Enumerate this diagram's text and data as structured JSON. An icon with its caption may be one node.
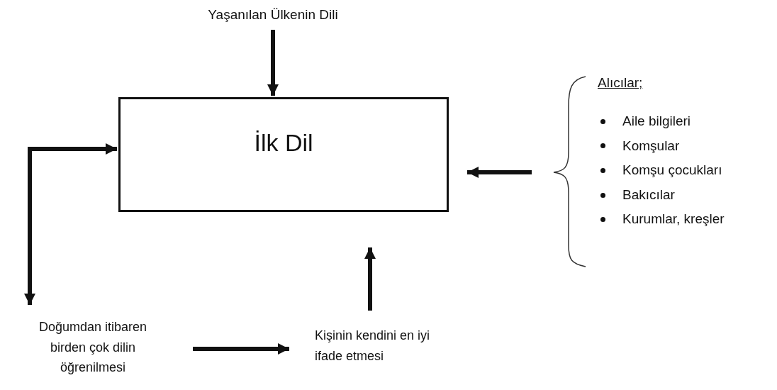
{
  "diagram": {
    "nodes": [
      {
        "text": [
          "Yaşanılan Ülkenin Dili"
        ]
      },
      {
        "text": [
          "İlk Dil"
        ]
      },
      {
        "text": [
          "Alıcılar;",
          "Aile bilgileri",
          "Komşular",
          "Komşu çocukları",
          "Bakıcılar",
          "Kurumlar, kreşler"
        ]
      },
      {
        "text": [
          "Doğumdan itibaren birden çok dilin öğrenilmesi"
        ]
      },
      {
        "text": [
          "Kişinin kendini en iyi ifade etmesi"
        ]
      }
    ],
    "edges": [
      {
        "from": 0,
        "to": 1,
        "arrow": "to"
      },
      {
        "from": 2,
        "to": 1,
        "arrow": "to"
      },
      {
        "from": 1,
        "to": 3,
        "arrow": "both"
      },
      {
        "from": 3,
        "to": 4,
        "arrow": "to"
      },
      {
        "from": 4,
        "to": 1,
        "arrow": "to"
      }
    ]
  }
}
